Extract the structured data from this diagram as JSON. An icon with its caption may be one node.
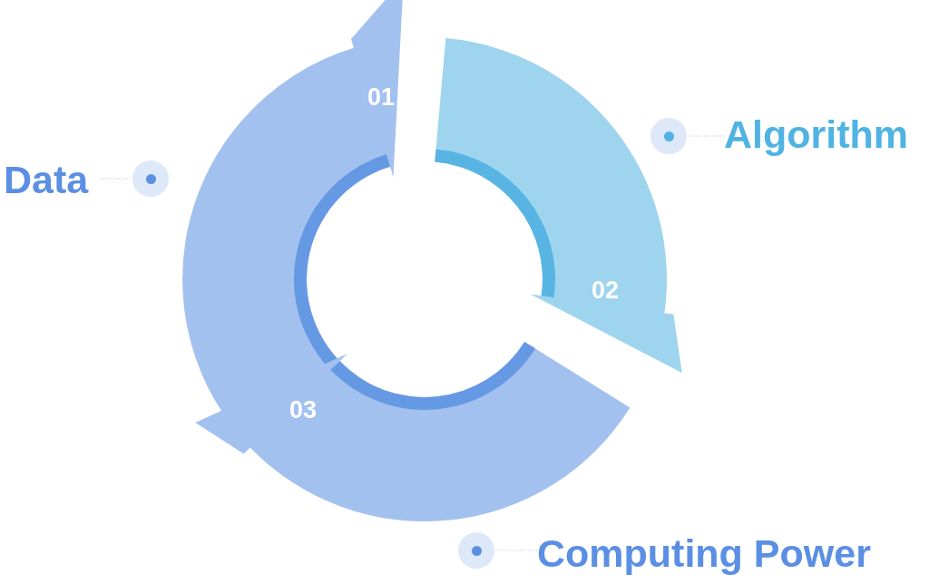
{
  "diagram": {
    "nodes": [
      {
        "text": [
          "01"
        ]
      },
      {
        "text": [
          "02"
        ]
      },
      {
        "text": [
          "03"
        ]
      },
      {
        "text": [
          "Data"
        ]
      },
      {
        "text": [],
        "shape": "circle"
      },
      {
        "text": [
          "Algorithm"
        ]
      },
      {
        "text": [],
        "shape": "circle"
      },
      {
        "text": [
          "Computing Power"
        ]
      },
      {
        "text": [],
        "shape": "circle"
      }
    ],
    "edges": [
      {
        "from": 3,
        "to": 4,
        "arrow": "none"
      },
      {
        "from": 5,
        "to": 6,
        "arrow": "none"
      },
      {
        "from": 7,
        "to": 8,
        "arrow": "none"
      }
    ]
  }
}
